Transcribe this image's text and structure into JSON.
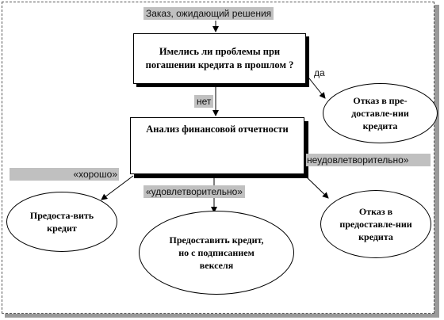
{
  "diagram": {
    "start_label": "Заказ, ожидающий решения",
    "question_box": "Имелись ли проблемы при погашении кредита в прошлом ?",
    "yes_label": "да",
    "no_label": "нет",
    "refuse_top": "Отказ в пре-доставле-нии кредита",
    "analysis_box": "Анализ финансовой отчетности",
    "good_label": "«хорошо»",
    "satisfactory_label": "«удовлетворительно»",
    "unsatisfactory_label": "неудовлетворительно»",
    "grant_credit": "Предоста-вить кредит",
    "grant_with_bill": "Предоставить кредит, но с подписанием векселя",
    "refuse_bottom": "Отказ в предоставле-нии кредита"
  }
}
